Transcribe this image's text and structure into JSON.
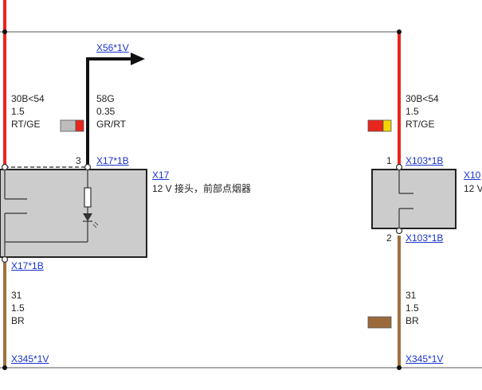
{
  "connectors": {
    "x56": "X56*1V",
    "x17_top": "X17*1B",
    "x17_bottom": "X17*1B",
    "x103_top": "X103*1B",
    "x103_bottom": "X103*1B",
    "x345_left": "X345*1V",
    "x345_right": "X345*1V"
  },
  "components": {
    "x17": {
      "id": "X17",
      "desc": "12 V 接头，前部点烟器"
    },
    "x103": {
      "id": "X10",
      "desc": "12 V"
    }
  },
  "pins": {
    "x17_pin": "3",
    "x103_pin_top": "1",
    "x103_pin_bottom": "2"
  },
  "wires": {
    "left_top": {
      "circuit": "30B<54",
      "size": "1.5",
      "color": "RT/GE",
      "swatch": [
        "#bdbdbd",
        "#e8261e"
      ]
    },
    "mid_top": {
      "circuit": "58G",
      "size": "0.35",
      "color": "GR/RT",
      "swatch": [
        "#bdbdbd",
        "#e8261e"
      ]
    },
    "right_top": {
      "circuit": "30B<54",
      "size": "1.5",
      "color": "RT/GE",
      "swatch": [
        "#e8261e",
        "#f4d400"
      ]
    },
    "left_bottom": {
      "circuit": "31",
      "size": "1.5",
      "color": "BR",
      "swatch": [
        "#9b6a3c",
        "#9b6a3c"
      ]
    },
    "right_bottom": {
      "circuit": "31",
      "size": "1.5",
      "color": "BR",
      "swatch": [
        "#9b6a3c",
        "#9b6a3c"
      ]
    }
  },
  "colors": {
    "wire_red": "#e8261e",
    "wire_brown": "#a07040",
    "wire_black": "#111111",
    "component_fill": "#cccccc",
    "bus_line": "#777777",
    "link": "#1a33cc"
  }
}
